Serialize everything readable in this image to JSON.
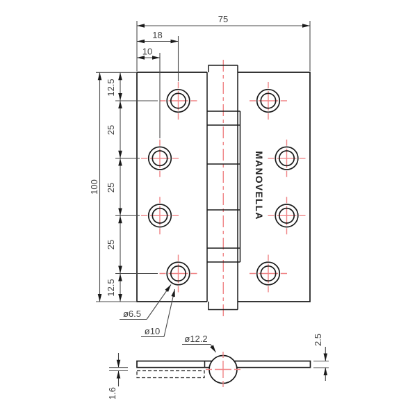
{
  "colors": {
    "line": "#1a1a1a",
    "centerline": "#f08486",
    "dim_text": "#3f3f3f",
    "background": "#ffffff"
  },
  "brand": "MANOVELLA",
  "plan_view": {
    "dim_width": "75",
    "dim_hole_col_outer": "18",
    "dim_hole_col_inner": "10",
    "dim_height": "100",
    "dim_rows": [
      "12.5",
      "25",
      "25",
      "25",
      "12.5"
    ],
    "label_hole_inner_dia": "ø6.5",
    "label_hole_outer_dia": "ø10"
  },
  "section_view": {
    "label_barrel_dia": "ø12.2",
    "dim_leaf_thickness": "2.5",
    "dim_gap": "1.6"
  }
}
